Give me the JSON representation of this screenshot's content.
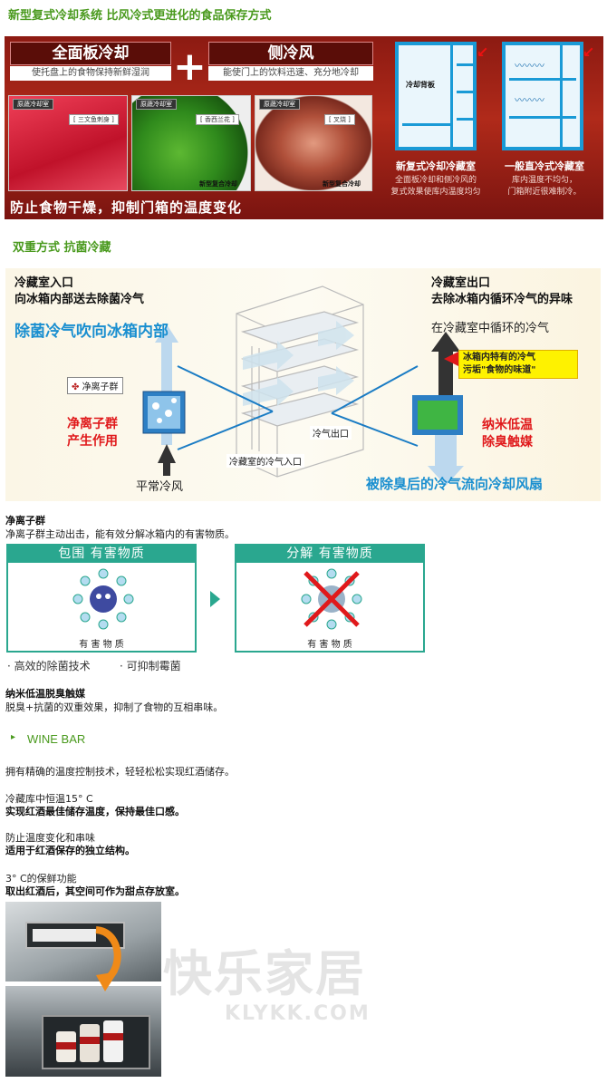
{
  "section1": {
    "title": "新型复式冷却系统  比风冷式更进化的食品保存方式"
  },
  "banner": {
    "left_title": "全面板冷却",
    "left_sub": "使托盘上的食物保持新鲜湿润",
    "plus": "+",
    "right_title": "侧冷风",
    "right_sub": "能使门上的饮料迅速、充分地冷却",
    "food_labels": [
      "[ 三文鱼刺身 ]",
      "[ 香西兰花 ]",
      "[ 叉烧 ]"
    ],
    "food_tags": [
      "原蔬冷却室",
      "原蔬冷却室",
      "原蔬冷却室"
    ],
    "food_bottom": [
      "",
      "新型复合冷却",
      "新型复合冷却"
    ],
    "slogan": "防止食物干燥，抑制门箱的温度变化",
    "fridge1_panel": "冷却背板",
    "fridge1_caption": "新复式冷却冷藏室",
    "fridge1_desc": [
      "全面板冷却和侧冷风的",
      "复式效果使库内温度均匀"
    ],
    "fridge2_caption": "一般直冷式冷藏室",
    "fridge2_desc": [
      "库内温度不均匀，",
      "门箱附近很难制冷。"
    ]
  },
  "section2": {
    "title": "双重方式 抗菌冷藏"
  },
  "diagram": {
    "inlet_title": [
      "冷藏室入口",
      "向冰箱内部送去除菌冷气"
    ],
    "inlet_blue": "除菌冷气吹向冰箱内部",
    "ion_badge": "净离子群",
    "ion_red": [
      "净离子群",
      "产生作用"
    ],
    "normal_air": "平常冷风",
    "fridge_inlet": "冷藏室的冷气入口",
    "air_outlet": "冷气出口",
    "outlet_title": [
      "冷藏室出口",
      "去除冰箱内循环冷气的异味"
    ],
    "circulating": "在冷藏室中循环的冷气",
    "callout": [
      "冰箱内特有的冷气",
      "污垢\"食物的味道\""
    ],
    "nano_red": [
      "纳米低温",
      "除臭触媒"
    ],
    "outlet_blue": "被除臭后的冷气流向冷却风扇"
  },
  "ion": {
    "title": "净离子群",
    "desc": "净离子群主动出击，能有效分解冰箱内的有害物质。",
    "box1_head": "包围  有害物质",
    "box1_label": "有 害 物 质",
    "box2_head": "分解  有害物质",
    "box2_label": "有 害 物 质",
    "bullets": [
      "高效的除菌技术",
      "可抑制霉菌"
    ]
  },
  "nano": {
    "title": "纳米低温脱臭触媒",
    "desc": "脱臭+抗菌的双重效果，抑制了食物的互相串味。"
  },
  "wine": {
    "title": "WINE BAR",
    "p1": "拥有精确的温度控制技术，轻轻松松实现红酒储存。",
    "p2a": "冷藏库中恒温15° C",
    "p2b": "实现红酒最佳储存温度，保持最佳口感。",
    "p3a": "防止温度变化和串味",
    "p3b": "适用于红酒保存的独立结构。",
    "p4a": "3° C的保鲜功能",
    "p4b": "取出红酒后，其空间可作为甜点存放室。",
    "watermark_cn": "快乐家居",
    "watermark_en": "KLYKK.COM"
  },
  "colors": {
    "accent_green": "#4a9a1e",
    "teal": "#2aa78f",
    "blue": "#1a8fd0",
    "red": "#e0191b",
    "banner_red": "#a82618"
  }
}
